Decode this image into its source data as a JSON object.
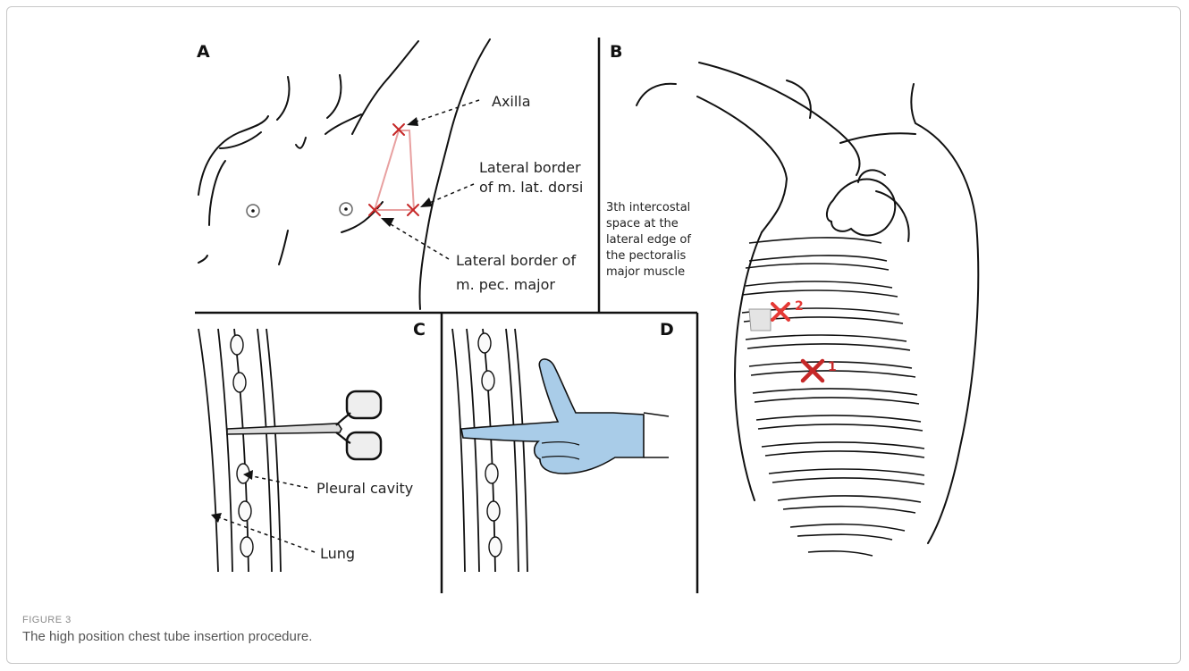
{
  "figure": {
    "label": "FIGURE 3",
    "caption": "The high position chest tube insertion procedure."
  },
  "panels": {
    "a": {
      "letter": "A",
      "labels": {
        "axilla": "Axilla",
        "lat_dorsi_1": "Lateral border",
        "lat_dorsi_2": "of m. lat. dorsi",
        "pec_major_1": "Lateral border of",
        "pec_major_2": "m. pec. major"
      }
    },
    "b": {
      "letter": "B",
      "description_lines": [
        "3th intercostal",
        "space at the",
        "lateral edge of",
        "the pectoralis",
        "major muscle"
      ],
      "marker_1": "1",
      "marker_2": "2"
    },
    "c": {
      "letter": "C",
      "labels": {
        "pleural_cavity": "Pleural cavity",
        "lung": "Lung"
      }
    },
    "d": {
      "letter": "D"
    }
  },
  "colors": {
    "marker": "#c62828",
    "triangle": "#e8a0a0",
    "glove": "#a9cce8",
    "line": "#1a1a1a"
  }
}
